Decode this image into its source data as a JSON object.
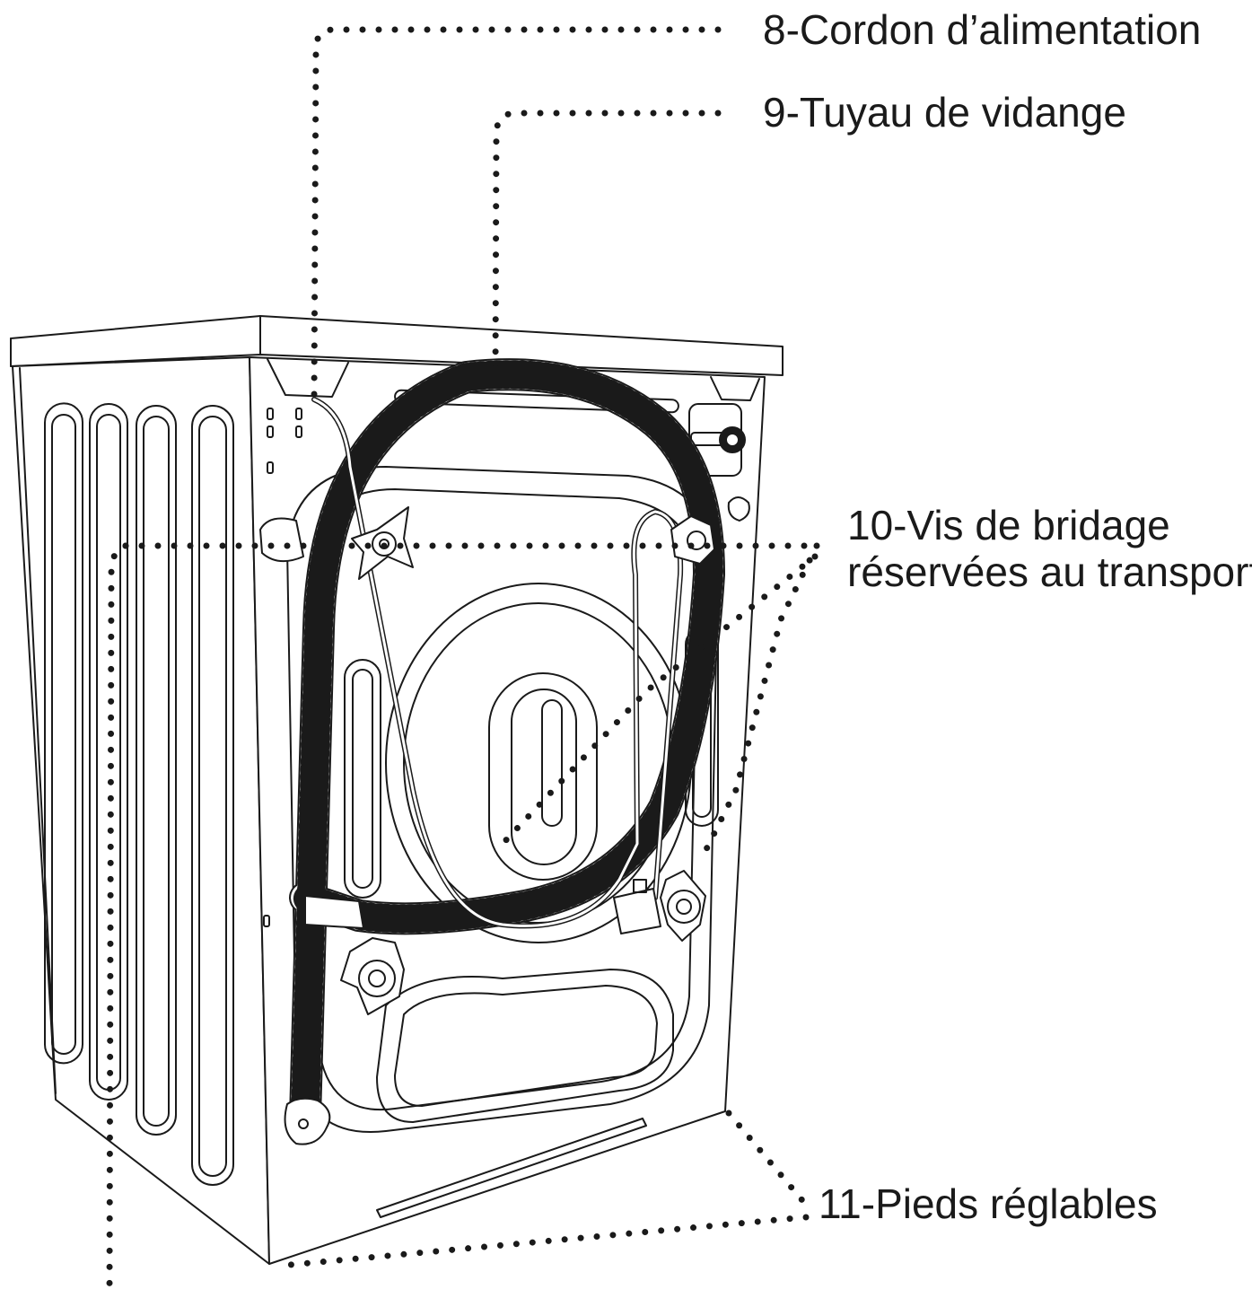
{
  "labels": {
    "power_cord": "8-Cordon d’alimentation",
    "drain_hose": "9-Tuyau de vidange",
    "transport_bolts_line1": "10-Vis de bridage",
    "transport_bolts_line2": "réservées au transport",
    "adjustable_feet": "11-Pieds réglables"
  },
  "colors": {
    "ink": "#1a1a1a",
    "fill": "#ffffff",
    "hose": "#f2f2f2"
  }
}
